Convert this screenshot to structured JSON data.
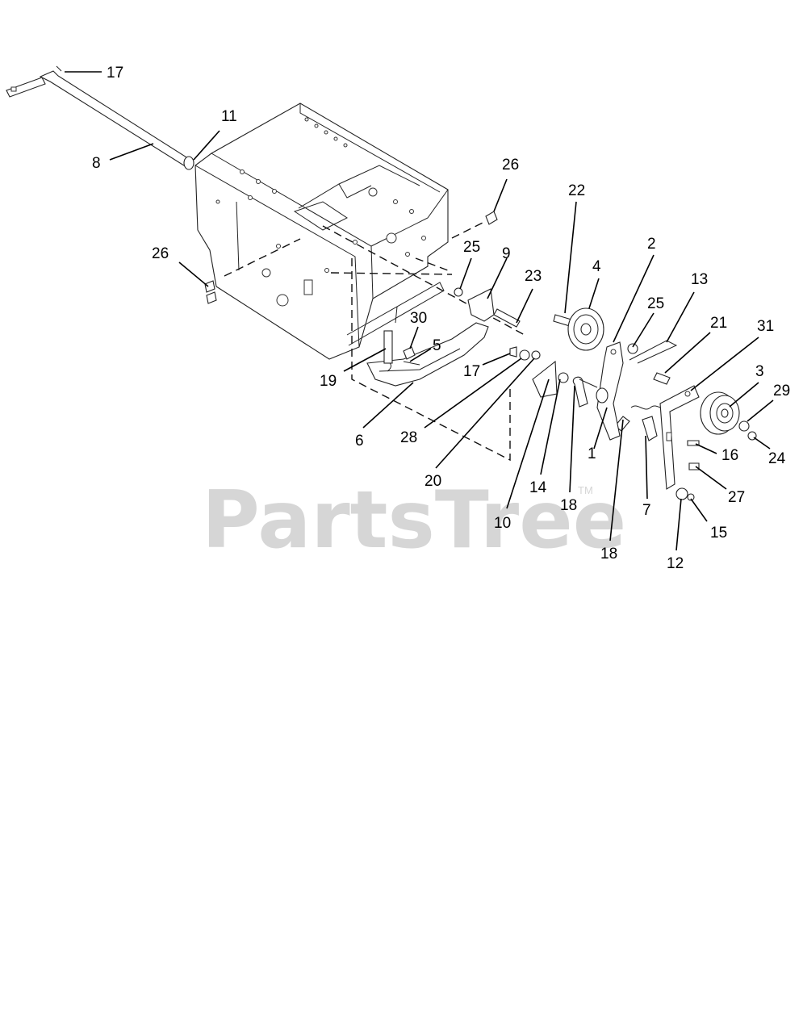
{
  "watermark": {
    "text": "PartsTree",
    "trademark": "TM"
  },
  "callouts": [
    {
      "id": "17a",
      "label": "17"
    },
    {
      "id": "11",
      "label": "11"
    },
    {
      "id": "8",
      "label": "8"
    },
    {
      "id": "26a",
      "label": "26"
    },
    {
      "id": "26b",
      "label": "26"
    },
    {
      "id": "22",
      "label": "22"
    },
    {
      "id": "2",
      "label": "2"
    },
    {
      "id": "25a",
      "label": "25"
    },
    {
      "id": "9",
      "label": "9"
    },
    {
      "id": "4",
      "label": "4"
    },
    {
      "id": "23",
      "label": "23"
    },
    {
      "id": "13",
      "label": "13"
    },
    {
      "id": "25b",
      "label": "25"
    },
    {
      "id": "21",
      "label": "21"
    },
    {
      "id": "31",
      "label": "31"
    },
    {
      "id": "30",
      "label": "30"
    },
    {
      "id": "5",
      "label": "5"
    },
    {
      "id": "3",
      "label": "3"
    },
    {
      "id": "17b",
      "label": "17"
    },
    {
      "id": "29",
      "label": "29"
    },
    {
      "id": "19",
      "label": "19"
    },
    {
      "id": "28",
      "label": "28"
    },
    {
      "id": "6",
      "label": "6"
    },
    {
      "id": "24",
      "label": "24"
    },
    {
      "id": "16",
      "label": "16"
    },
    {
      "id": "1",
      "label": "1"
    },
    {
      "id": "20",
      "label": "20"
    },
    {
      "id": "27",
      "label": "27"
    },
    {
      "id": "14",
      "label": "14"
    },
    {
      "id": "7",
      "label": "7"
    },
    {
      "id": "18a",
      "label": "18"
    },
    {
      "id": "10",
      "label": "10"
    },
    {
      "id": "15",
      "label": "15"
    },
    {
      "id": "18b",
      "label": "18"
    },
    {
      "id": "12",
      "label": "12"
    }
  ]
}
